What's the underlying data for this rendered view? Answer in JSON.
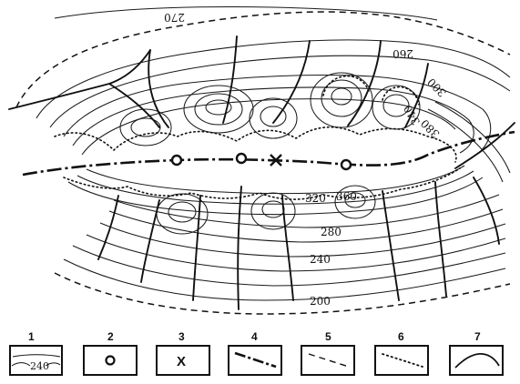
{
  "contour_labels": {
    "top_270": "270",
    "top_260": "260",
    "r_300": "300",
    "r_340": "340",
    "r_380": "380",
    "c_320": "320",
    "c_360": "360",
    "c_280": "280",
    "c_240": "240",
    "c_200": "200"
  },
  "legend": {
    "items": [
      {
        "number": "1",
        "sample_label": "240"
      },
      {
        "number": "2"
      },
      {
        "number": "3",
        "symbol": "X"
      },
      {
        "number": "4"
      },
      {
        "number": "5"
      },
      {
        "number": "6"
      },
      {
        "number": "7"
      }
    ]
  }
}
